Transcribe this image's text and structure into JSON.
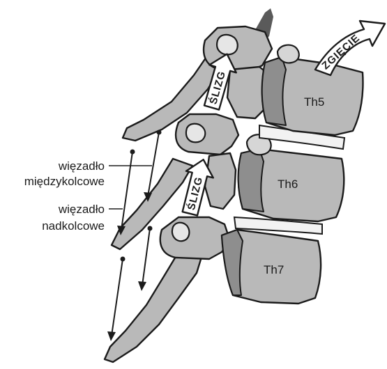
{
  "labels": {
    "interspinous_line1": "więzadło",
    "interspinous_line2": "międzykolcowe",
    "supraspinous_line1": "więzadło",
    "supraspinous_line2": "nadkolcowe"
  },
  "vertebrae": {
    "th5": "Th5",
    "th6": "Th6",
    "th7": "Th7"
  },
  "arrows": {
    "glide_upper": "ŚLIZG",
    "glide_lower": "ŚLIZG",
    "flexion": "ZGIĘCIE"
  }
}
